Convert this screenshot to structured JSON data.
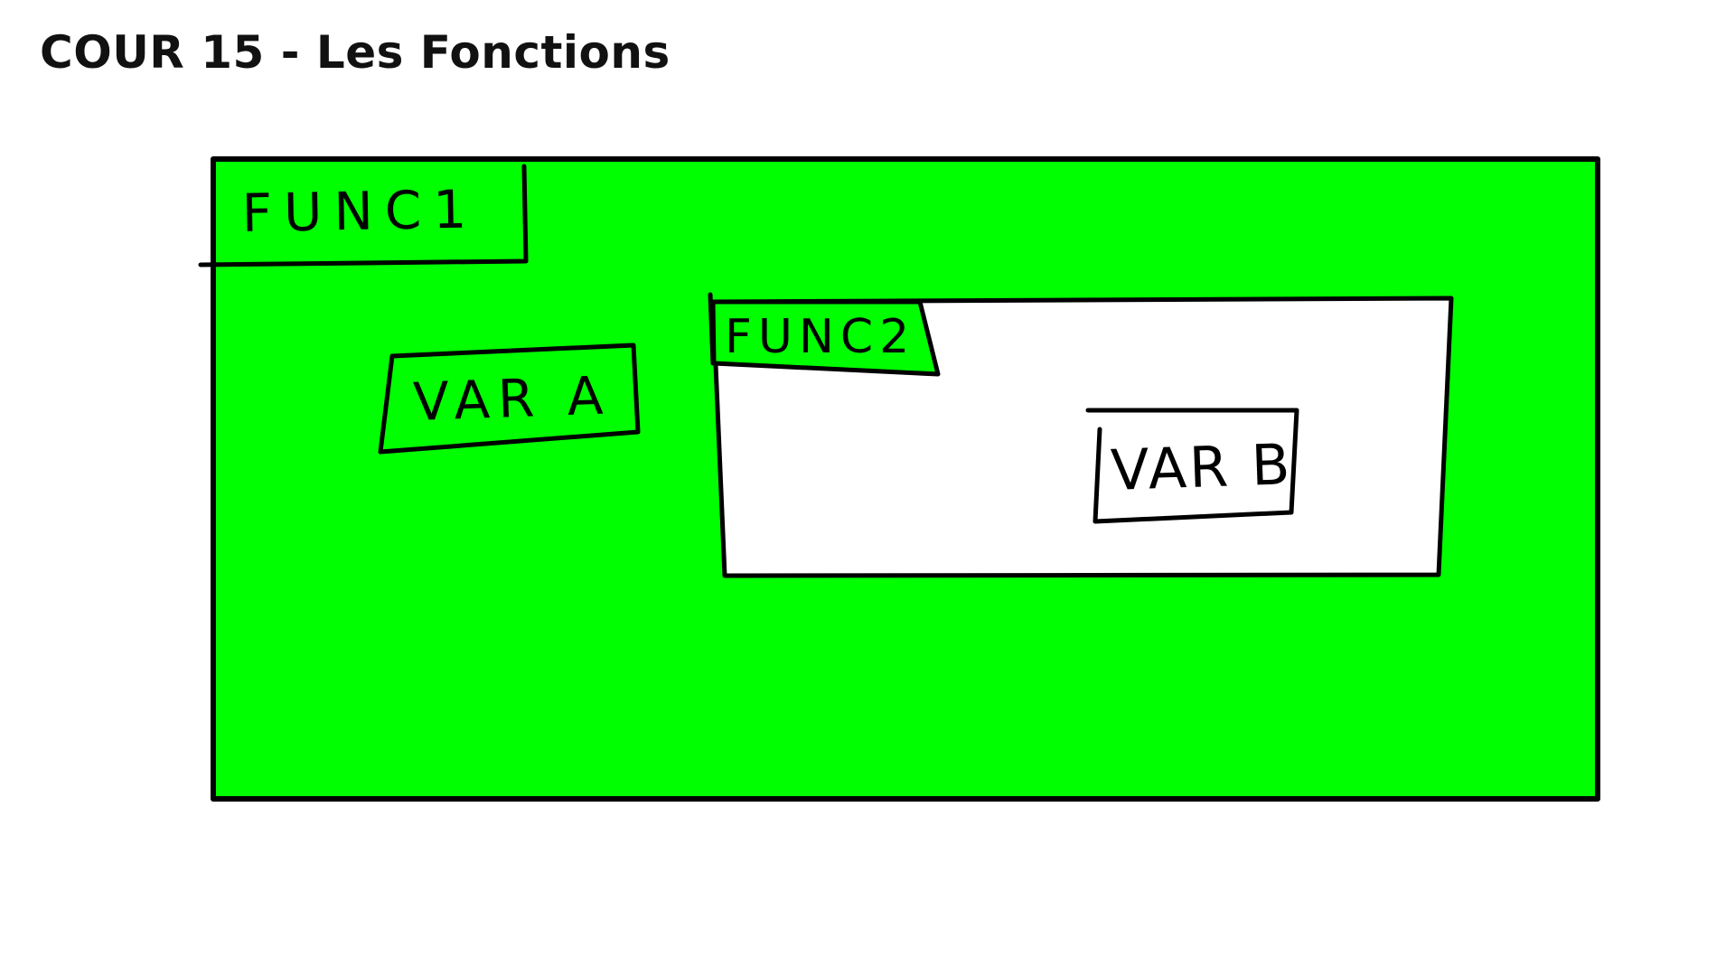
{
  "title": "COUR 15 - Les Fonctions",
  "colors": {
    "outer_fill": "#00ff00",
    "inner_fill": "#ffffff",
    "stroke": "#000000",
    "background": "#ffffff"
  },
  "diagram": {
    "outer_function": {
      "label": "FUNC1",
      "variable": "VAR A"
    },
    "inner_function": {
      "label": "FUNC2",
      "variable": "VAR B"
    }
  }
}
